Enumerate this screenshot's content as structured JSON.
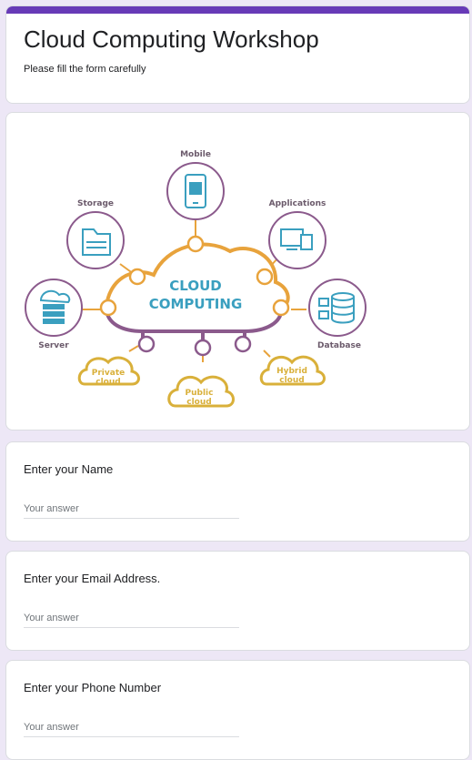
{
  "form": {
    "title": "Cloud Computing Workshop",
    "description": "Please fill the form carefully",
    "accent_color": "#673ab7"
  },
  "diagram": {
    "center_line1": "CLOUD",
    "center_line2": "COMPUTING",
    "nodes": {
      "mobile": "Mobile",
      "storage": "Storage",
      "applications": "Applications",
      "server": "Server",
      "database": "Database"
    },
    "clouds": {
      "private_line1": "Private",
      "private_line2": "cloud",
      "public_line1": "Public",
      "public_line2": "cloud",
      "hybrid_line1": "Hybrid",
      "hybrid_line2": "cloud"
    }
  },
  "questions": [
    {
      "label": "Enter your Name",
      "placeholder": "Your answer"
    },
    {
      "label": "Enter your Email Address.",
      "placeholder": "Your answer"
    },
    {
      "label": "Enter your Phone Number",
      "placeholder": "Your answer"
    }
  ]
}
